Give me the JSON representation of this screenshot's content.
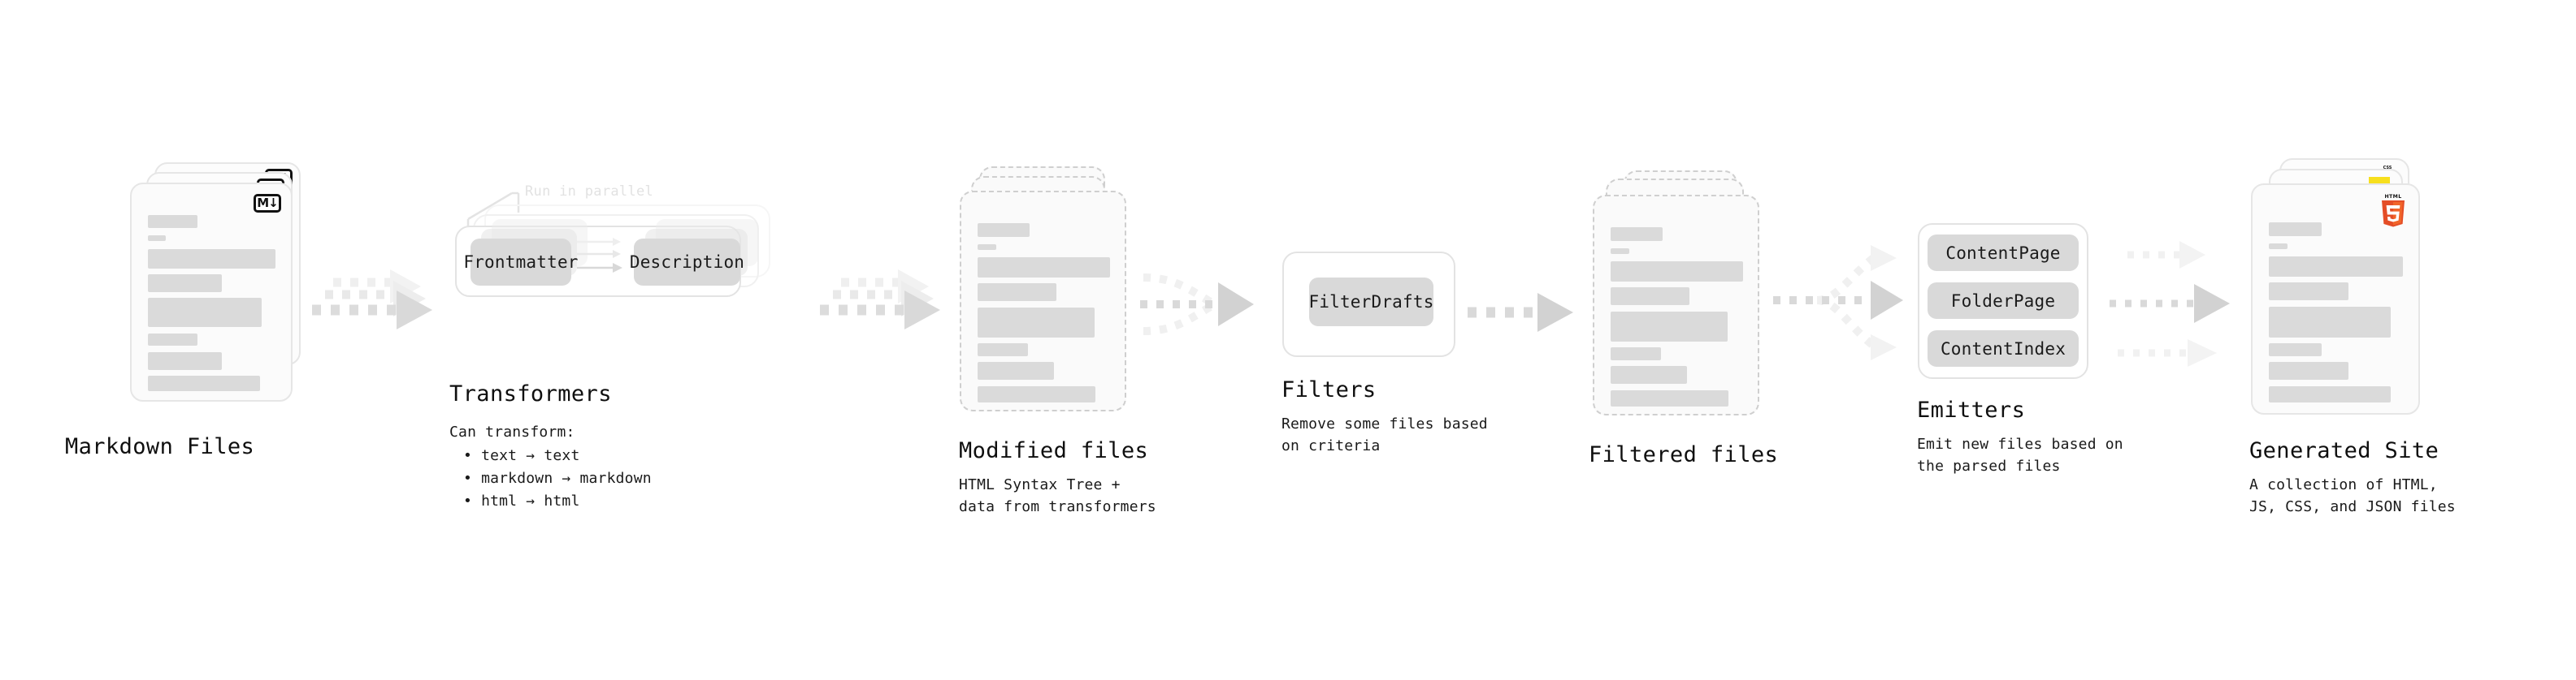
{
  "diagram": {
    "title_font_note": "monospace",
    "colors": {
      "skeleton_bar": "#dadada",
      "card_border": "#e6e6e6",
      "card_fill": "#fcfcfc",
      "dashed_border": "#cfcfcf",
      "chip_fill": "#d9d9d9",
      "arrow": "#d5d5d5",
      "arrow_faded": "#efefef",
      "text": "#0f0f0f",
      "ghost_text": "#e2e2e2",
      "html5_orange": "#e44d26",
      "html5_orange_light": "#f16529",
      "js_yellow": "#f7df1e",
      "css_blue": "#264de4"
    },
    "stages": [
      {
        "id": "markdown-files",
        "title": "Markdown Files",
        "subtitle": "",
        "icon": "markdown-badge",
        "icon_label": "M↓"
      },
      {
        "id": "transformers",
        "title": "Transformers",
        "subtitle": "Can transform:",
        "parallel_label": "Run in parallel",
        "chips": [
          "Frontmatter",
          "Description"
        ],
        "list": [
          "• text → text",
          "• markdown → markdown",
          "• html → html"
        ]
      },
      {
        "id": "modified-files",
        "title": "Modified files",
        "subtitle": "HTML Syntax Tree +\ndata from transformers"
      },
      {
        "id": "filters",
        "title": "Filters",
        "subtitle": "Remove some files based\non criteria",
        "chips": [
          "FilterDrafts"
        ]
      },
      {
        "id": "filtered-files",
        "title": "Filtered files",
        "subtitle": ""
      },
      {
        "id": "emitters",
        "title": "Emitters",
        "subtitle": "Emit new files based on\nthe parsed files",
        "chips": [
          "ContentPage",
          "FolderPage",
          "ContentIndex"
        ]
      },
      {
        "id": "generated-site",
        "title": "Generated Site",
        "subtitle": "A collection of HTML,\nJS, CSS, and JSON files",
        "icons": [
          "html5-badge",
          "js-badge",
          "css-badge"
        ],
        "icon_labels": [
          "HTML",
          "5",
          "CSS"
        ]
      }
    ]
  }
}
